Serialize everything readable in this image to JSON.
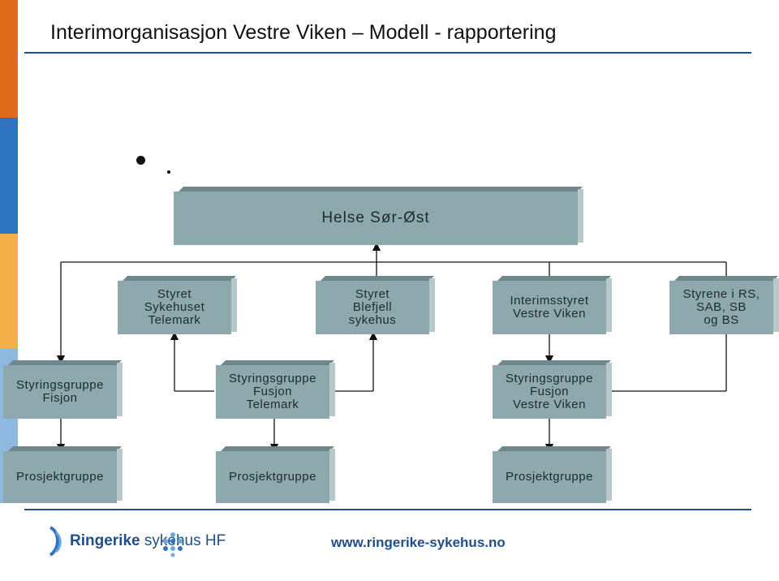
{
  "slide": {
    "title": "Interimorganisasjon  Vestre Viken – Modell -  rapportering",
    "accent_colors": [
      "#e06a1b",
      "#2f74c0",
      "#f4b14a",
      "#8fb8e0"
    ]
  },
  "org": {
    "root": "Helse Sør-Øst",
    "boards": [
      "Styret\nSykehuset\nTelemark",
      "Styret\nBlefjell\nsykehus",
      "Interimsstyret\nVestre Viken",
      "Styrene i RS,\nSAB, SB\nog BS"
    ],
    "steering": [
      "Styringsgruppe\nFisjon",
      "Styringsgruppe\nFusjon\nTelemark",
      "Styringsgruppe\nFusjon\nVestre Viken"
    ],
    "projects": [
      "Prosjektgruppe",
      "Prosjektgruppe",
      "Prosjektgruppe"
    ]
  },
  "footer": {
    "logo_bold": "Ringerike",
    "logo_light": " sykehus HF",
    "url": "www.ringerike-sykehus.no"
  }
}
